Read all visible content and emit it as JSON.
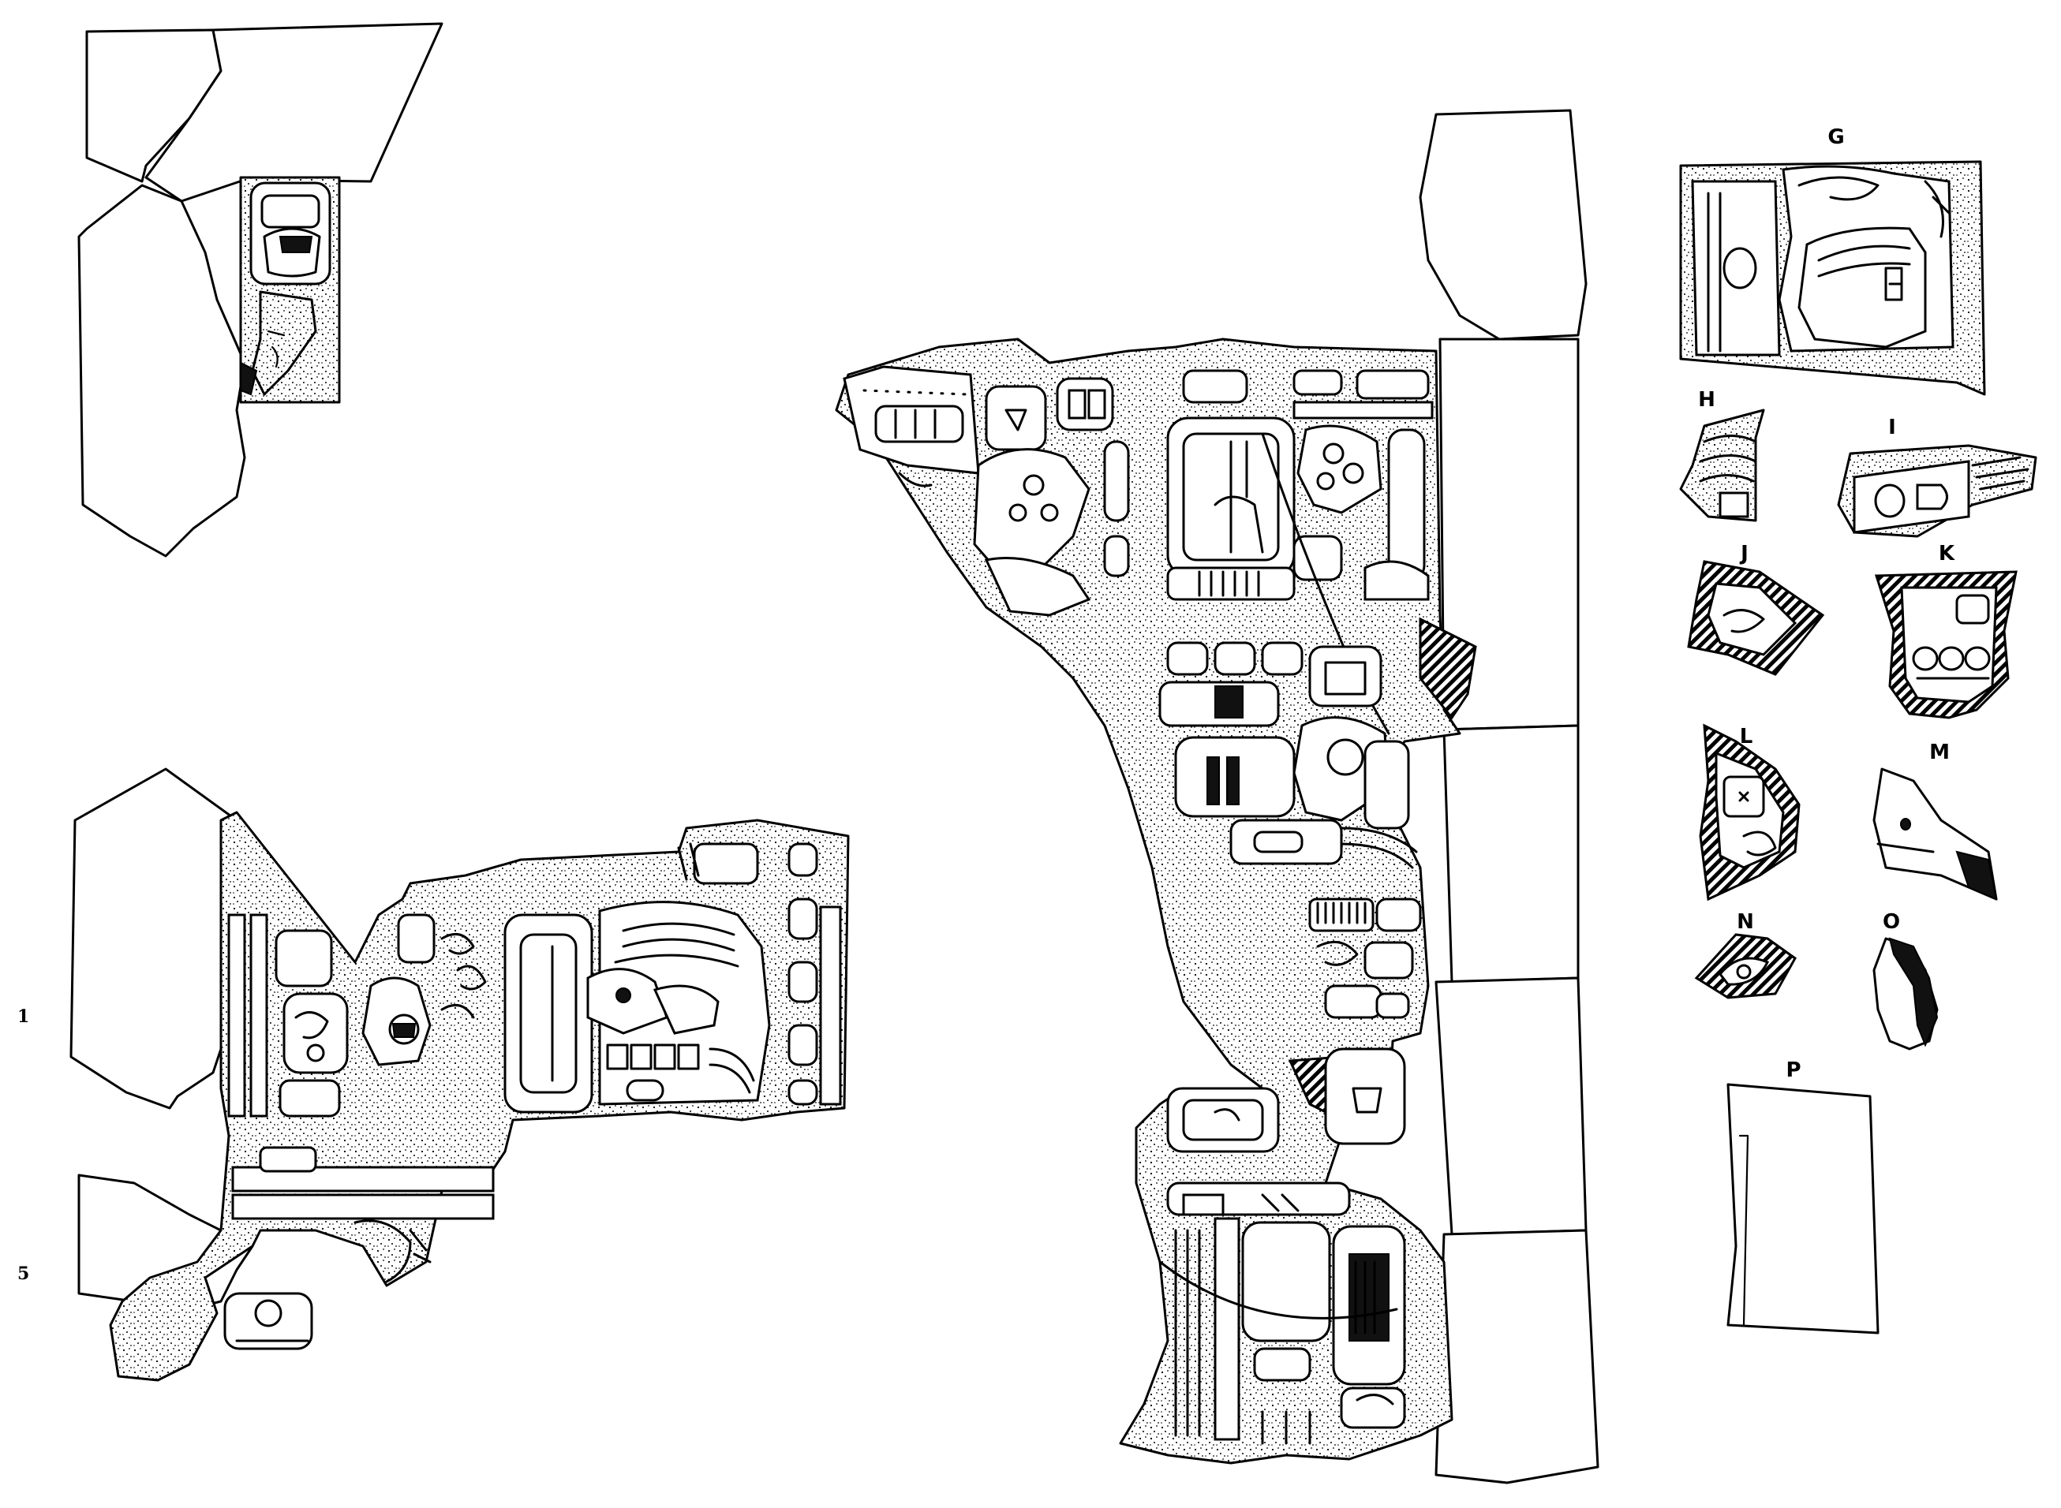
{
  "fragment_labels": {
    "g": "G",
    "h": "H",
    "i": "I",
    "j": "J",
    "k": "K",
    "l": "L",
    "m": "M",
    "n": "N",
    "o": "O",
    "p": "P"
  },
  "row_numbers": {
    "row1": "1",
    "row5": "5"
  },
  "colors": {
    "ink": "#000000",
    "paper": "#ffffff"
  }
}
